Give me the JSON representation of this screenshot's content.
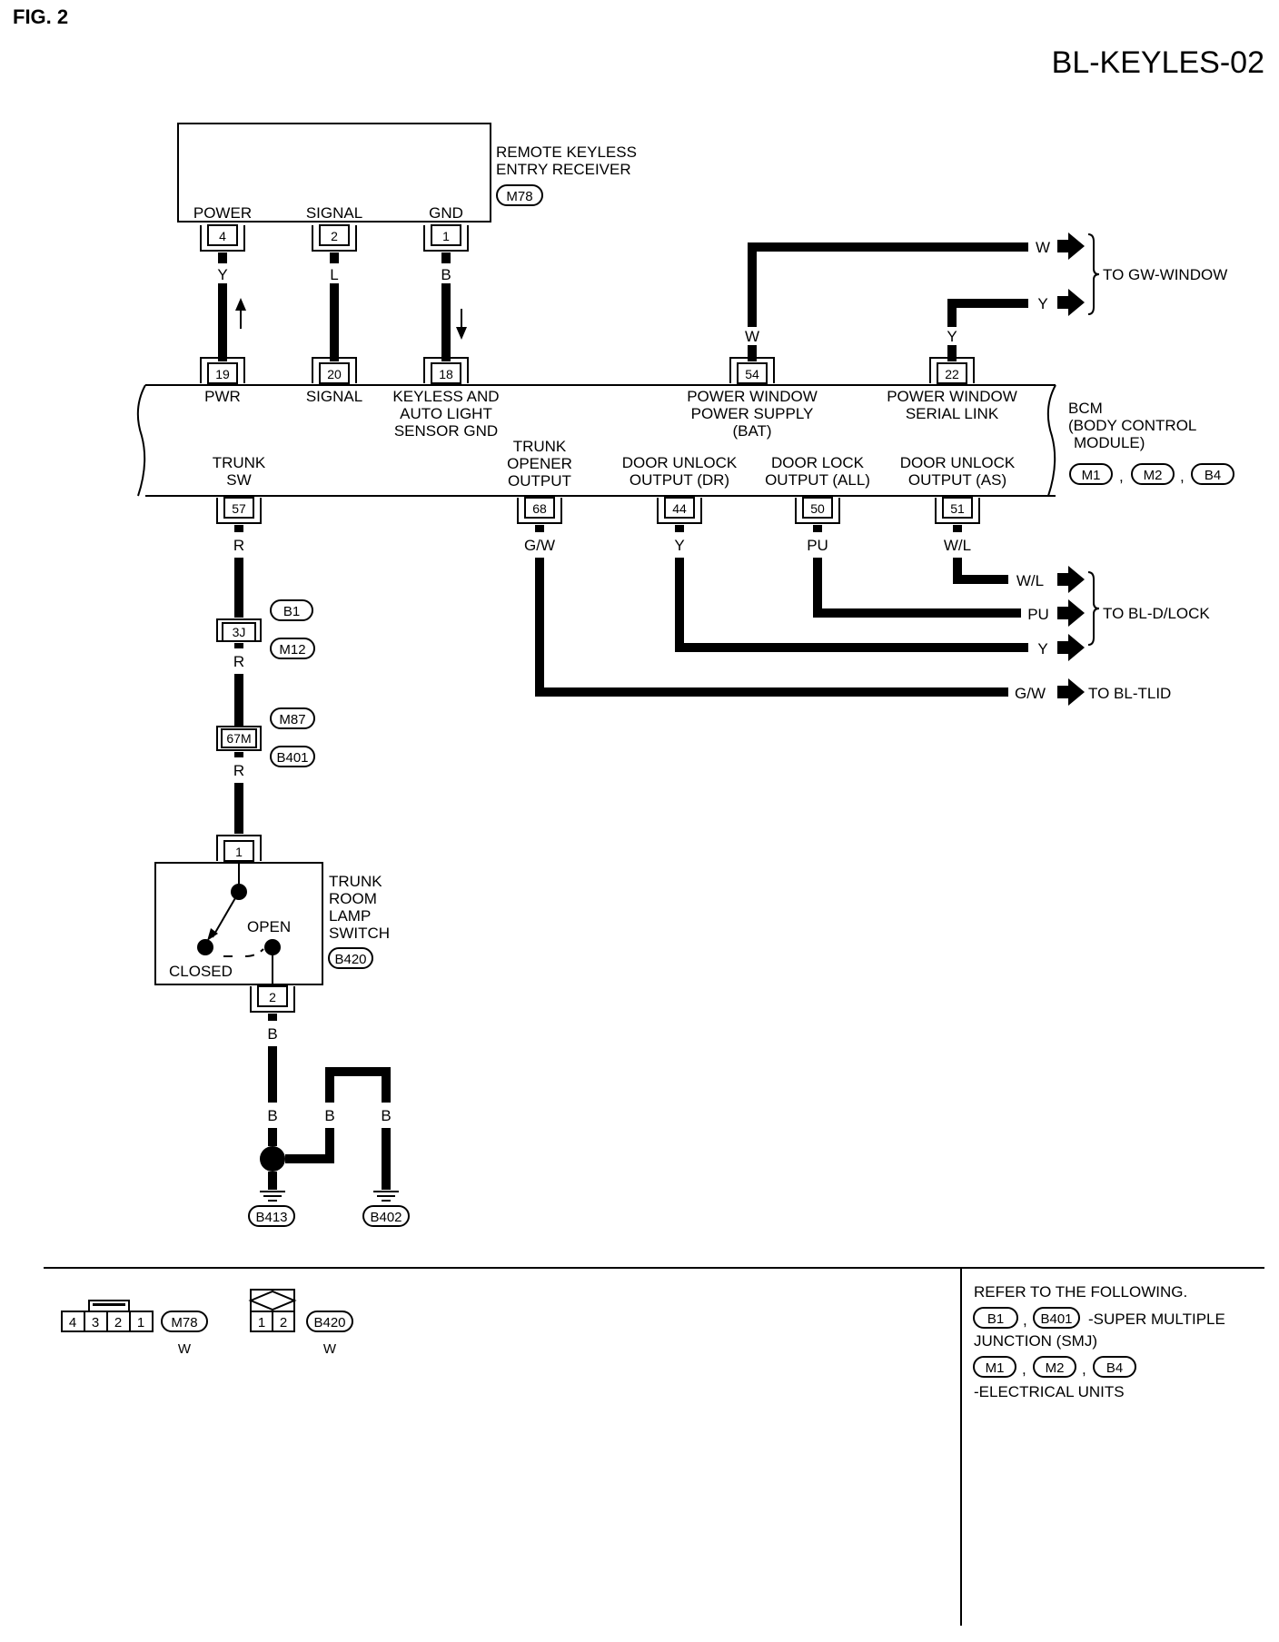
{
  "header": {
    "fig": "FIG. 2",
    "code": "BL-KEYLES-02"
  },
  "receiver": {
    "title1": "REMOTE KEYLESS",
    "title2": "ENTRY RECEIVER",
    "connector": "M78",
    "pins": [
      {
        "label": "POWER",
        "pin": "4",
        "wire": "Y"
      },
      {
        "label": "SIGNAL",
        "pin": "2",
        "wire": "L"
      },
      {
        "label": "GND",
        "pin": "1",
        "wire": "B"
      }
    ]
  },
  "bcm": {
    "title1": "BCM",
    "title2": "(BODY CONTROL",
    "title3": "MODULE)",
    "connectors": [
      "M1",
      "M2",
      "B4"
    ],
    "top_pins": [
      {
        "pin": "19",
        "label_lines": [
          "PWR"
        ]
      },
      {
        "pin": "20",
        "label_lines": [
          "SIGNAL"
        ]
      },
      {
        "pin": "18",
        "label_lines": [
          "KEYLESS AND",
          "AUTO LIGHT",
          "SENSOR GND"
        ]
      },
      {
        "pin": "54",
        "wire": "W",
        "label_lines": [
          "POWER WINDOW",
          "POWER SUPPLY",
          "(BAT)"
        ]
      },
      {
        "pin": "22",
        "wire": "Y",
        "label_lines": [
          "POWER WINDOW",
          "SERIAL LINK"
        ]
      }
    ],
    "bottom_pins": [
      {
        "pin": "57",
        "wire": "R",
        "label_lines": [
          "TRUNK",
          "SW"
        ]
      },
      {
        "pin": "68",
        "wire": "G/W",
        "label_lines": [
          "TRUNK",
          "OPENER",
          "OUTPUT"
        ]
      },
      {
        "pin": "44",
        "wire": "Y",
        "label_lines": [
          "DOOR UNLOCK",
          "OUTPUT (DR)"
        ]
      },
      {
        "pin": "50",
        "wire": "PU",
        "label_lines": [
          "DOOR LOCK",
          "OUTPUT (ALL)"
        ]
      },
      {
        "pin": "51",
        "wire": "W/L",
        "label_lines": [
          "DOOR UNLOCK",
          "OUTPUT (AS)"
        ]
      }
    ]
  },
  "gw_window": {
    "wires": [
      "W",
      "Y"
    ],
    "dest": "TO GW-WINDOW"
  },
  "d_lock": {
    "wires": [
      "W/L",
      "PU",
      "Y"
    ],
    "dest": "TO BL-D/LOCK"
  },
  "tlid": {
    "wire": "G/W",
    "dest": "TO BL-TLID"
  },
  "trunk_path": {
    "wires": [
      "R",
      "R",
      "R"
    ],
    "smj1": {
      "pin": "3J",
      "upper": "B1",
      "lower": "M12"
    },
    "smj2": {
      "pin": "67M",
      "upper": "M87",
      "lower": "B401"
    }
  },
  "trunk_switch": {
    "title_lines": [
      "TRUNK",
      "ROOM",
      "LAMP",
      "SWITCH"
    ],
    "connector": "B420",
    "pin_top": "1",
    "pin_bottom": "2",
    "open": "OPEN",
    "closed": "CLOSED"
  },
  "ground": {
    "wire_main": "B",
    "wire_b1": "B",
    "wire_b2": "B",
    "wire_b3": "B",
    "g1": "B413",
    "g2": "B402"
  },
  "legend": {
    "c1_pins": [
      "4",
      "3",
      "2",
      "1"
    ],
    "c1_id": "M78",
    "c1_color": "W",
    "c2_pins": [
      "1",
      "2"
    ],
    "c2_id": "B420",
    "c2_color": "W"
  },
  "refer": {
    "title": "REFER TO THE FOLLOWING.",
    "smj_ids": [
      "B1",
      "B401"
    ],
    "smj_text1": "-SUPER MULTIPLE",
    "smj_text2": "JUNCTION (SMJ)",
    "eu_ids": [
      "M1",
      "M2",
      "B4"
    ],
    "eu_text": "-ELECTRICAL UNITS"
  }
}
